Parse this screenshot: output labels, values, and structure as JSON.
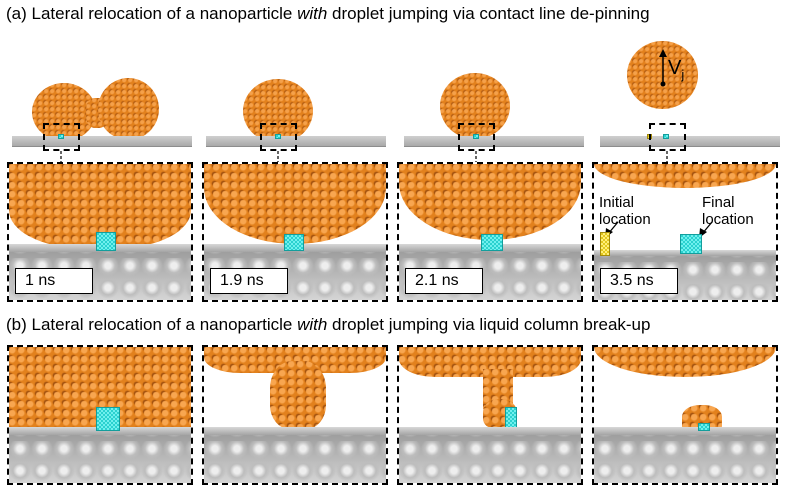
{
  "panel_a": {
    "caption_prefix": "(a) Lateral relocation of a nanoparticle ",
    "caption_em": "with",
    "caption_suffix": " droplet jumping via contact line de-pinning",
    "time_labels": [
      "1 ns",
      "1.9 ns",
      "2.1 ns",
      "3.5 ns"
    ],
    "velocity_symbol": "V",
    "velocity_subscript": "j",
    "initial_label": "Initial location",
    "final_label": "Final location"
  },
  "panel_b": {
    "caption_prefix": "(b) Lateral relocation of a nanoparticle ",
    "caption_em": "with",
    "caption_suffix": " droplet jumping via liquid column break-up"
  },
  "colors": {
    "droplet": "#e2811d",
    "nanoparticle": "#2ad1cf",
    "initial_marker": "#e4c81e",
    "substrate": "#b9b9b9"
  }
}
